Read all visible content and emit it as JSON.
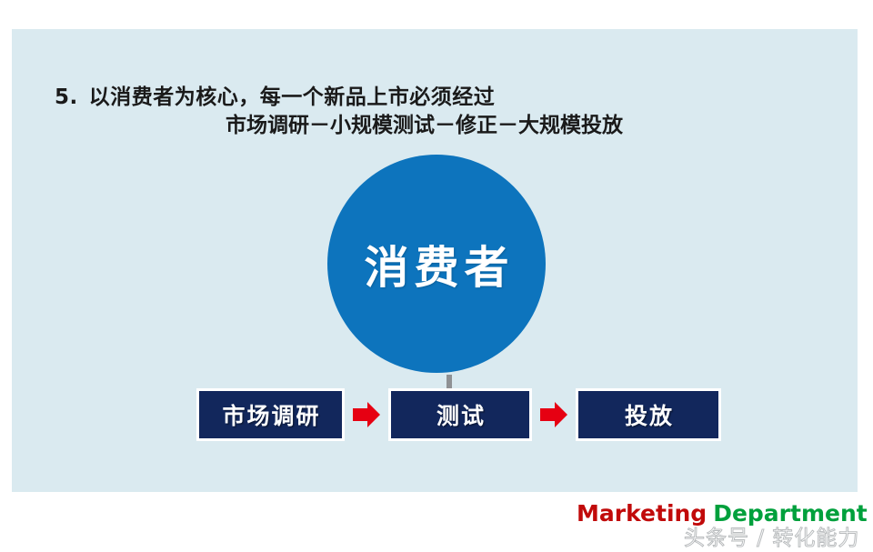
{
  "slide": {
    "background_color": "#daeaf0",
    "page_background": "#ffffff"
  },
  "heading": {
    "number": "5.",
    "line1": "以消费者为核心，每一个新品上市必须经过",
    "line2": "市场调研－小规模测试－修正－大规模投放"
  },
  "diagram": {
    "center": {
      "label": "消费者",
      "shape": "circle",
      "fill_color": "#0d74bd",
      "text_color": "#ffffff"
    },
    "connector": {
      "icon": "down-arrow-icon",
      "color": "#8f9194"
    },
    "steps": [
      {
        "label": "市场调研",
        "fill_color": "#12275c"
      },
      {
        "label": "测试",
        "fill_color": "#12275c"
      },
      {
        "label": "投放",
        "fill_color": "#12275c"
      }
    ],
    "step_arrows": [
      {
        "icon": "right-arrow-icon",
        "color": "#e60012"
      },
      {
        "icon": "right-arrow-icon",
        "color": "#e60012"
      }
    ]
  },
  "footer": {
    "brand_word_1": "Marketing",
    "brand_word_2": "Department",
    "brand_color_1": "#c10a0a",
    "brand_color_2": "#00a03c",
    "watermark": "头条号 / 转化能力"
  }
}
